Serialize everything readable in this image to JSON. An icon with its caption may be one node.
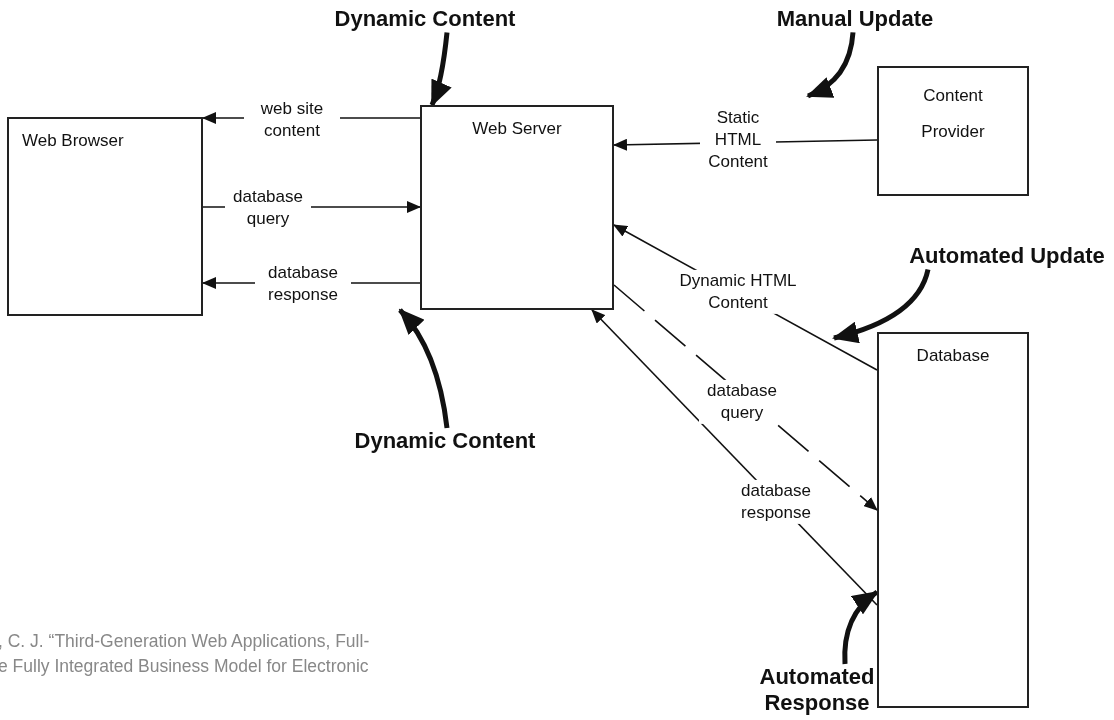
{
  "diagram": {
    "nodes": [
      {
        "text": [
          "Web Browser"
        ]
      },
      {
        "text": [
          "Web Server"
        ]
      },
      {
        "text": [
          "Content Provider"
        ]
      },
      {
        "text": [
          "Database"
        ]
      },
      {
        "text": [
          "Dynamic Content"
        ]
      },
      {
        "text": [
          "Manual Update"
        ]
      },
      {
        "text": [
          "Automated Update"
        ]
      },
      {
        "text": [
          "Dynamic Content"
        ]
      },
      {
        "text": [
          "Automated Response"
        ]
      }
    ],
    "edges": [
      {
        "from": 1,
        "to": 0,
        "arrow": "to",
        "label": "web site content"
      },
      {
        "from": 0,
        "to": 1,
        "arrow": "to",
        "label": "database query"
      },
      {
        "from": 1,
        "to": 0,
        "arrow": "to",
        "label": "database response"
      },
      {
        "from": 2,
        "to": 1,
        "arrow": "to",
        "label": "Static HTML Content"
      },
      {
        "from": 3,
        "to": 1,
        "arrow": "to",
        "label": "Dynamic HTML Content"
      },
      {
        "from": 1,
        "to": 3,
        "arrow": "to",
        "label": "database query",
        "style": "dashed"
      },
      {
        "from": 3,
        "to": 1,
        "arrow": "to",
        "label": "database response"
      },
      {
        "from": 4,
        "to": 1,
        "arrow": "to",
        "style": "thick"
      },
      {
        "from": 5,
        "to": null,
        "arrow": "to",
        "style": "thick"
      },
      {
        "from": 6,
        "to": null,
        "arrow": "to",
        "style": "thick"
      },
      {
        "from": 7,
        "to": 1,
        "arrow": "to",
        "style": "thick"
      },
      {
        "from": 8,
        "to": 3,
        "arrow": "to",
        "style": "thick"
      }
    ],
    "labels": [
      ", C. J. “Third-Generation Web Applications, Full-",
      "e Fully Integrated Business Model for Electronic"
    ]
  }
}
